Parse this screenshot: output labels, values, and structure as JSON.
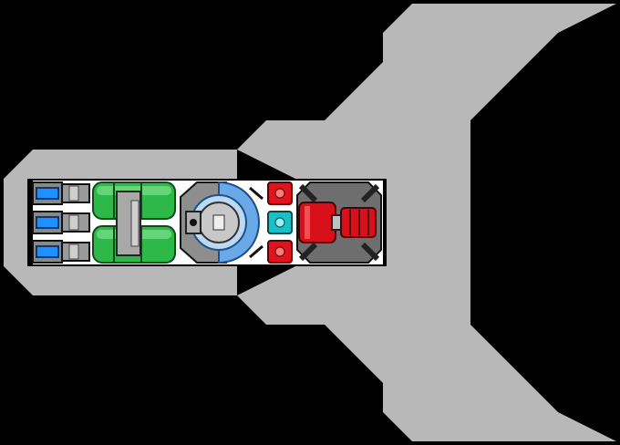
{
  "scene": {
    "background": "#000000",
    "hull_color": "#b8b8b8",
    "interior_color": "#ffffff",
    "outline_color": "#111111"
  },
  "modules": [
    {
      "name": "thruster-unit",
      "icon": "thruster-icon",
      "count": 3,
      "accent": "#1e90ff"
    },
    {
      "name": "fuel-tank-unit",
      "icon": "fuel-tank-icon",
      "count": 2,
      "accent": "#2fb84a"
    },
    {
      "name": "reactor-core",
      "icon": "reactor-icon",
      "accent": "#6aa9e8"
    },
    {
      "name": "power-cell-unit",
      "icon": "power-cell-icon",
      "count": 3,
      "accents": [
        "#e0141c",
        "#18c0c8",
        "#e0141c"
      ]
    },
    {
      "name": "weapon-turret",
      "icon": "turret-icon",
      "accent": "#d8101a"
    }
  ]
}
